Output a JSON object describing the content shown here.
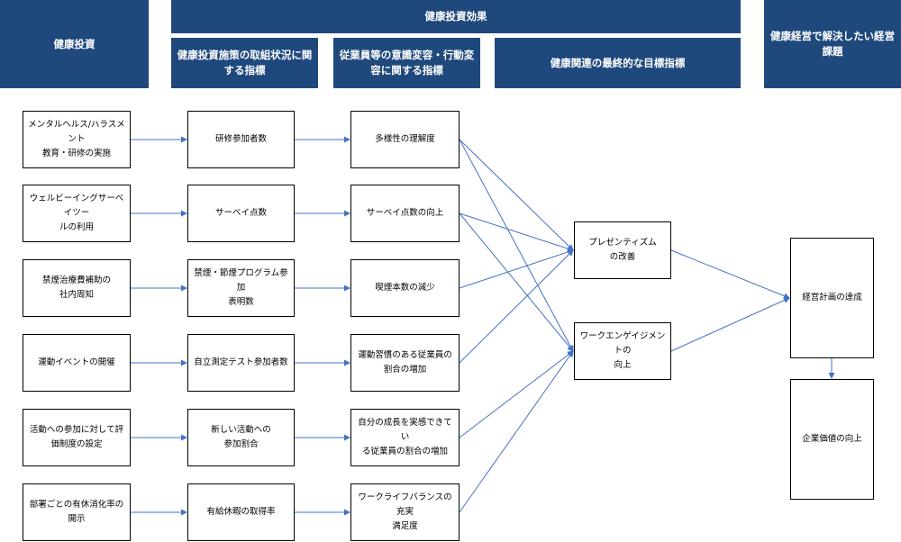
{
  "colors": {
    "header_bg": "#1f497d",
    "header_text": "#ffffff",
    "arrow": "#4472c4",
    "box_border": "#000000"
  },
  "headers": {
    "investment": "健康投資",
    "effect": "健康投資効果",
    "measures": "健康投資施策の取組状況に関\nする指標",
    "awareness": "従業員等の意識変容・行動変\n容に関する指標",
    "final_goals": "健康関連の最終的な目標指標",
    "issues": "健康経営で解決したい経営\n課題"
  },
  "col1": [
    "メンタルヘルス/ハラスメント\n教育・研修の実施",
    "ウェルビーイングサーベイツー\nルの利用",
    "禁煙治療費補助の\n社内周知",
    "運動イベントの開催",
    "活動への参加に対して評\n価制度の設定",
    "部署ごとの有休消化率の\n開示"
  ],
  "col2": [
    "研修参加者数",
    "サーベイ点数",
    "禁煙・節煙プログラム参加\n表明数",
    "自立測定テスト参加者数",
    "新しい活動への\n参加割合",
    "有給休暇の取得率"
  ],
  "col3": [
    "多様性の理解度",
    "サーベイ点数の向上",
    "喫煙本数の減少",
    "運動習慣のある従業員の\n割合の増加",
    "自分の成長を実感できてい\nる従業員の割合の増加",
    "ワークライフバランスの充実\n満足度"
  ],
  "col4": [
    "プレゼンティズム\nの改善",
    "ワークエンゲイジメントの\n向上"
  ],
  "col5": [
    "経営計画の達成",
    "企業価値の向上"
  ]
}
